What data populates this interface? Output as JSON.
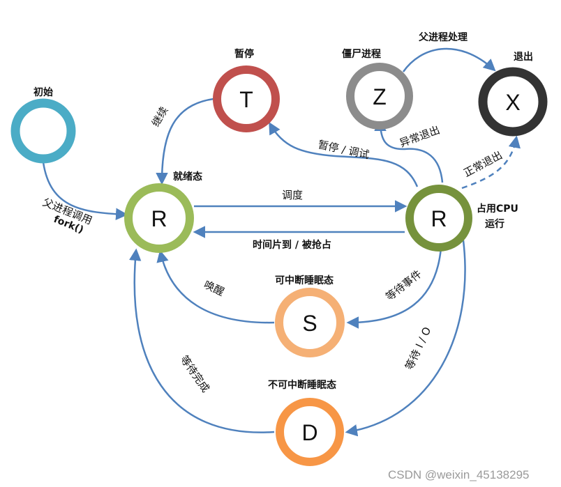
{
  "states": {
    "init": {
      "label": "初始",
      "letter": "",
      "fill": "#ffffff",
      "ring": "#4bacc6",
      "ring_dark": "#2f8aa3"
    },
    "stopped": {
      "label": "暂停",
      "letter": "T",
      "fill": "#ffffff",
      "ring": "#c0504d",
      "ring_dark": "#9b3532"
    },
    "zombie": {
      "label": "僵尸进程",
      "letter": "Z",
      "fill": "#ffffff",
      "ring": "#8c8c8c",
      "ring_dark": "#6a6a6a"
    },
    "exited": {
      "label": "退出",
      "letter": "X",
      "fill": "#ffffff",
      "ring": "#333333",
      "ring_dark": "#1a1a1a"
    },
    "ready": {
      "label": "就绪态",
      "letter": "R",
      "fill": "#ffffff",
      "ring": "#9bbb59",
      "ring_dark": "#76923c"
    },
    "running": {
      "label_line1": "占用CPU",
      "label_line2": "运行",
      "letter": "R",
      "fill": "#ffffff",
      "ring": "#76923c",
      "ring_dark": "#4f6228"
    },
    "sleep": {
      "label": "可中断睡眠态",
      "letter": "S",
      "fill": "#ffffff",
      "ring": "#f5b075",
      "ring_dark": "#e08b45"
    },
    "disk_sleep": {
      "label": "不可中断睡眠态",
      "letter": "D",
      "fill": "#ffffff",
      "ring": "#f79646",
      "ring_dark": "#d9752a"
    }
  },
  "transitions": {
    "fork_line1": "父进程调用",
    "fork_line2": "fork()",
    "continue": "继续",
    "stop_debug": "暂停 / 调试",
    "abnormal_exit": "异常退出",
    "normal_exit": "正常退出",
    "parent_handle": "父进程处理",
    "schedule": "调度",
    "preempt": "时间片到 / 被抢占",
    "wait_event": "等待事件",
    "wakeup": "唤醒",
    "wait_io": "等待 I / O",
    "wait_done": "等待完成"
  },
  "watermark": "CSDN @weixin_45138295",
  "colors": {
    "edge": "#4f81bd"
  }
}
